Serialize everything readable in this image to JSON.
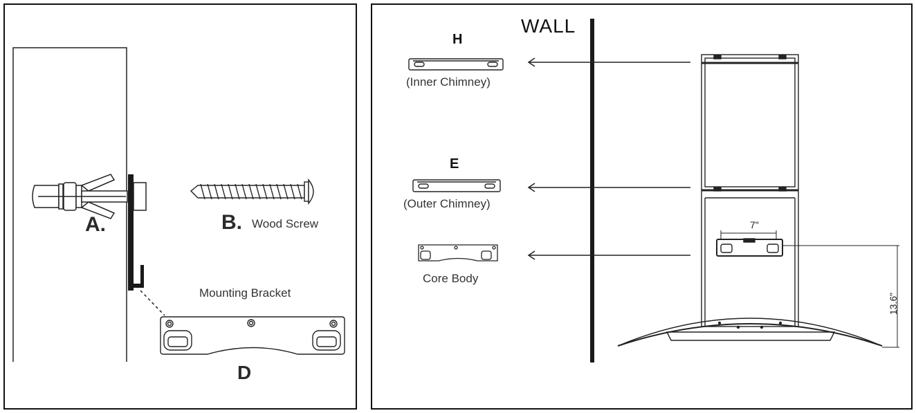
{
  "left_panel": {
    "anchor_letter": "A.",
    "screw_letter": "B.",
    "screw_caption": "Wood Screw",
    "bracket_caption": "Mounting Bracket",
    "bracket_letter": "D"
  },
  "right_panel": {
    "wall_label": "WALL",
    "inner_letter": "H",
    "inner_caption": "(Inner Chimney)",
    "outer_letter": "E",
    "outer_caption": "(Outer Chimney)",
    "core_caption": "Core Body",
    "width_dim": "7\"",
    "height_dim": "13.6\""
  }
}
